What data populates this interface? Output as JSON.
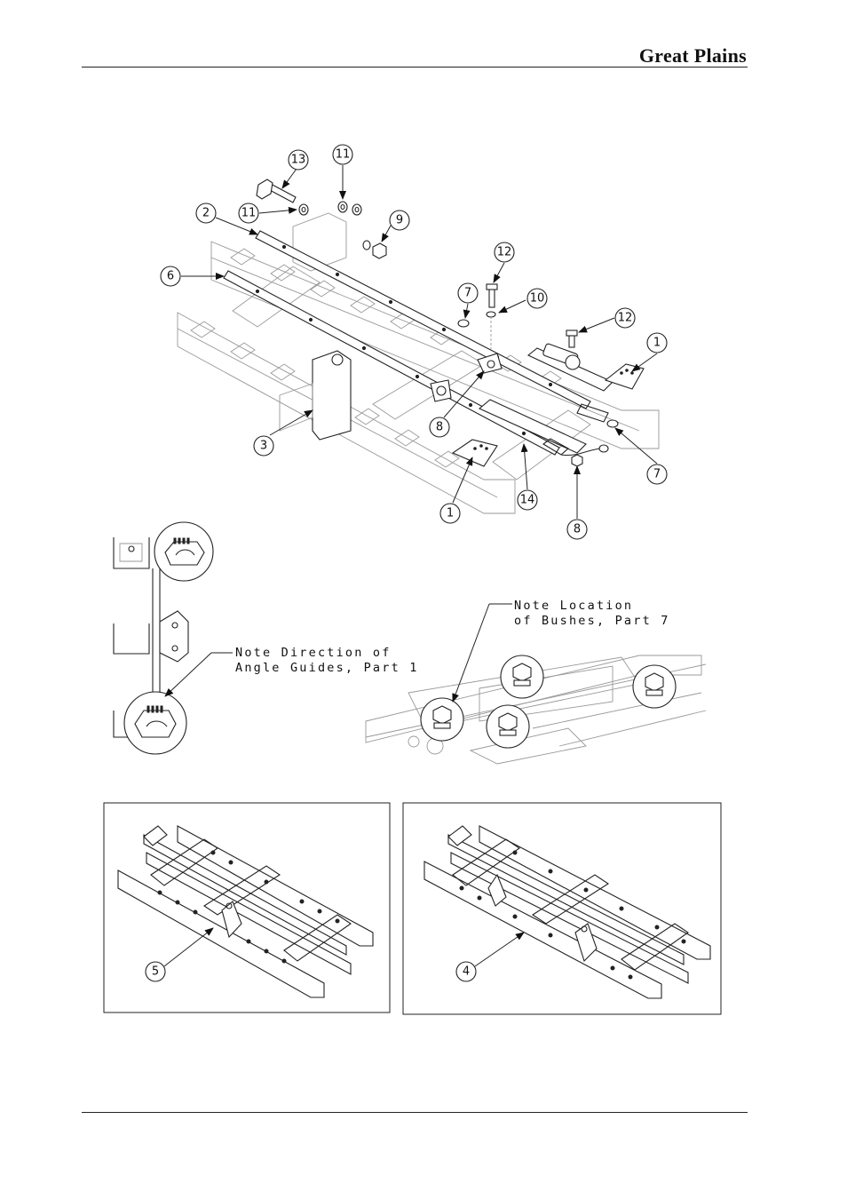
{
  "header": {
    "brand": "Great Plains"
  },
  "exploded_view": {
    "callouts": [
      {
        "id": "c13",
        "label": "13"
      },
      {
        "id": "c11a",
        "label": "11"
      },
      {
        "id": "c11b",
        "label": "11"
      },
      {
        "id": "c2",
        "label": "2"
      },
      {
        "id": "c9",
        "label": "9"
      },
      {
        "id": "c6",
        "label": "6"
      },
      {
        "id": "c12a",
        "label": "12"
      },
      {
        "id": "c7a",
        "label": "7"
      },
      {
        "id": "c10",
        "label": "10"
      },
      {
        "id": "c12b",
        "label": "12"
      },
      {
        "id": "c1a",
        "label": "1"
      },
      {
        "id": "c8a",
        "label": "8"
      },
      {
        "id": "c3",
        "label": "3"
      },
      {
        "id": "c7b",
        "label": "7"
      },
      {
        "id": "c1b",
        "label": "1"
      },
      {
        "id": "c14",
        "label": "14"
      },
      {
        "id": "c8b",
        "label": "8"
      }
    ]
  },
  "notes": {
    "angle_guides": [
      "Note Direction of",
      "Angle Guides, Part 1"
    ],
    "bushes": [
      "Note Location",
      "of Bushes, Part 7"
    ]
  },
  "panels": {
    "left_label": "5",
    "right_label": "4"
  }
}
